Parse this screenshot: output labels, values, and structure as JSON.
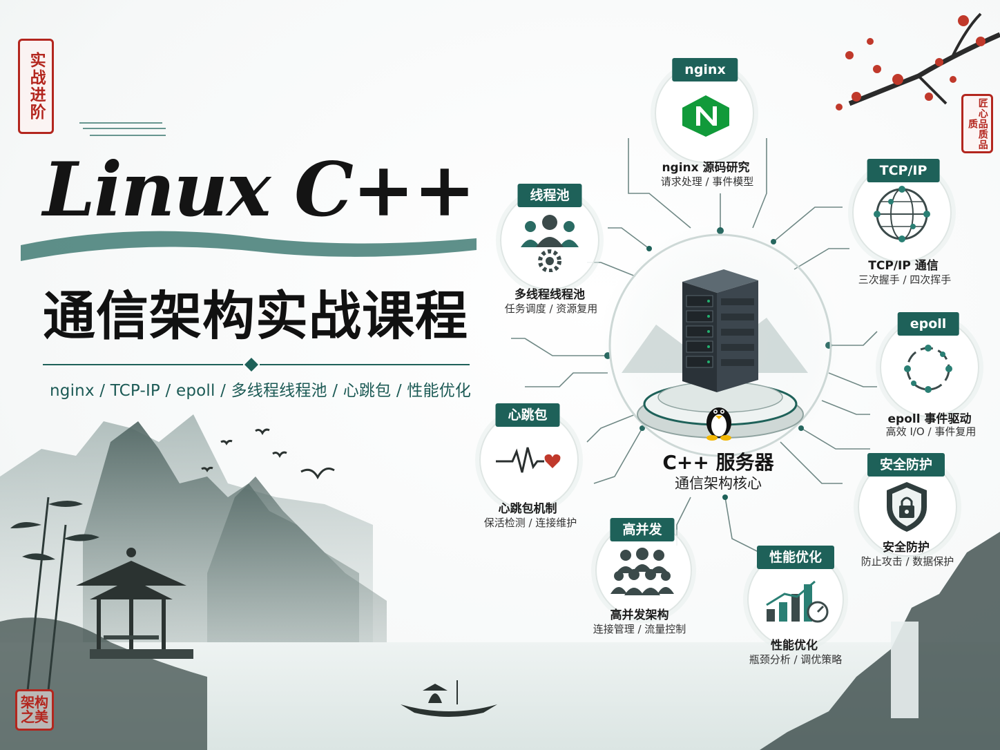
{
  "colors": {
    "accent": "#1e6159",
    "teal": "#2a7f74",
    "seal_red": "#b3261e",
    "ink": "#141414"
  },
  "seals": {
    "top_left": "实战进阶",
    "top_right": "匠心品质品质",
    "bottom_left": "架构之美"
  },
  "title": {
    "english": "Linux C++",
    "chinese": "通信架构实战课程",
    "subtitle": "nginx / TCP-IP / epoll / 多线程线程池 / 心跳包 / 性能优化"
  },
  "center": {
    "name": "C++ 服务器",
    "desc": "通信架构核心",
    "icon": "server-rack-icon",
    "mascot": "linux-penguin-icon"
  },
  "nodes": {
    "nginx": {
      "tag": "nginx",
      "name": "nginx 源码研究",
      "desc": "请求处理 / 事件模型",
      "icon": "nginx-logo-icon"
    },
    "tcpip": {
      "tag": "TCP/IP",
      "name": "TCP/IP 通信",
      "desc": "三次握手 / 四次挥手",
      "icon": "network-globe-icon"
    },
    "epoll": {
      "tag": "epoll",
      "name": "epoll 事件驱动",
      "desc": "高效 I/O / 事件复用",
      "icon": "event-loop-icon"
    },
    "security": {
      "tag": "安全防护",
      "name": "安全防护",
      "desc": "防止攻击 / 数据保护",
      "icon": "shield-lock-icon"
    },
    "perf": {
      "tag": "性能优化",
      "name": "性能优化",
      "desc": "瓶颈分析 / 调优策略",
      "icon": "bar-gauge-icon"
    },
    "concurrency": {
      "tag": "高并发",
      "name": "高并发架构",
      "desc": "连接管理 / 流量控制",
      "icon": "crowd-icon"
    },
    "heartbeat": {
      "tag": "心跳包",
      "name": "心跳包机制",
      "desc": "保活检测 / 连接维护",
      "icon": "heartbeat-icon"
    },
    "threadpool": {
      "tag": "线程池",
      "name": "多线程线程池",
      "desc": "任务调度 / 资源复用",
      "icon": "team-gear-icon"
    }
  }
}
